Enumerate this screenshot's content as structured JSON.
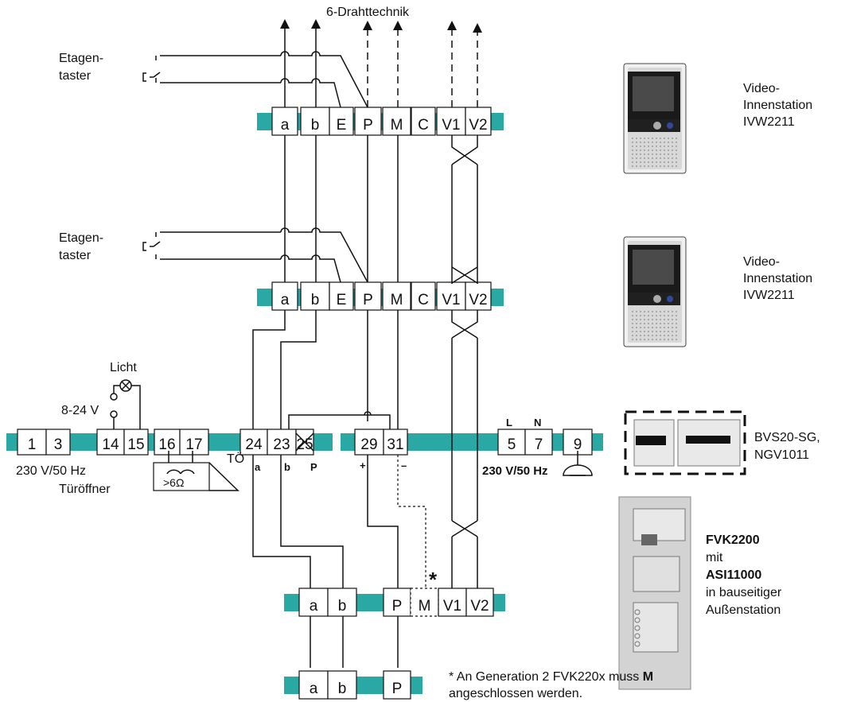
{
  "header": {
    "title": "6-Drahttechnik"
  },
  "stations": [
    {
      "label_line1": "Video-",
      "label_line2": "Innenstation",
      "label_line3": "IVW2211",
      "terminals": [
        "a",
        "b",
        "E",
        "P",
        "M",
        "C",
        "V1",
        "V2"
      ],
      "floor_button_line1": "Etagen-",
      "floor_button_line2": "taster"
    },
    {
      "label_line1": "Video-",
      "label_line2": "Innenstation",
      "label_line3": "IVW2211",
      "terminals": [
        "a",
        "b",
        "E",
        "P",
        "M",
        "C",
        "V1",
        "V2"
      ],
      "floor_button_line1": "Etagen-",
      "floor_button_line2": "taster"
    }
  ],
  "power_supply": {
    "terminals_left": [
      "1",
      "3"
    ],
    "terminals_mid": [
      "14",
      "15",
      "16",
      "17"
    ],
    "terminals_bus": [
      "24",
      "23",
      "25"
    ],
    "terminals_pm": [
      "29",
      "31"
    ],
    "terminals_mains": [
      "5",
      "7",
      "9"
    ],
    "mains_left": "230 V/50 Hz",
    "mains_right": "230 V/50 Hz",
    "light_label": "Licht",
    "voltage_label": "8-24 V",
    "door_opener_label": "Türöffner",
    "door_opener_symbol": ">6Ω",
    "to_label": "TÖ",
    "sub_a": "a",
    "sub_b": "b",
    "sub_p": "P",
    "plus": "+",
    "minus": "–",
    "L": "L",
    "N": "N",
    "device_line1": "BVS20-SG,",
    "device_line2": "NGV1011"
  },
  "outdoor": {
    "terminals": [
      "a",
      "b",
      "P",
      "M",
      "V1",
      "V2"
    ],
    "terminals_lower": [
      "a",
      "b",
      "P"
    ],
    "asterisk": "*",
    "label_line1": "FVK2200",
    "label_line2": "mit",
    "label_line3": "ASI11000",
    "label_line4": "in bauseitiger",
    "label_line5": "Außenstation"
  },
  "footnote": {
    "line1_prefix": "* An Generation 2 FVK220x muss ",
    "line1_bold": "M",
    "line2": "angeschlossen werden."
  },
  "colors": {
    "rail": "#2aa9a4",
    "wire": "#111111"
  }
}
